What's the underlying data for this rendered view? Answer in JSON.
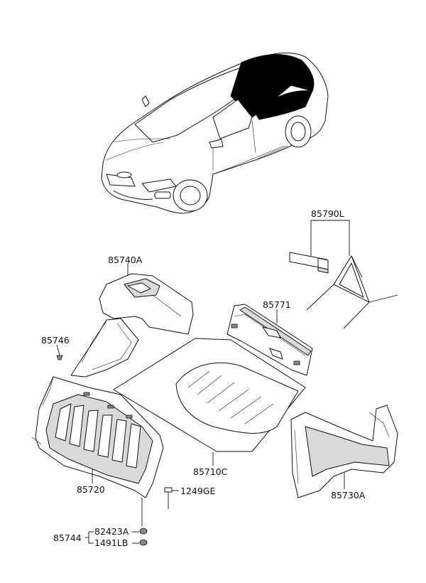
{
  "labels": {
    "p85790L": "85790L",
    "p85740A": "85740A",
    "p85771": "85771",
    "p85746": "85746",
    "p85710C": "85710C",
    "p85720": "85720",
    "p1249GE": "1249GE",
    "p85730A": "85730A",
    "p85744": "85744",
    "p82423A": "82423A",
    "p1491LB": "1491LB"
  }
}
